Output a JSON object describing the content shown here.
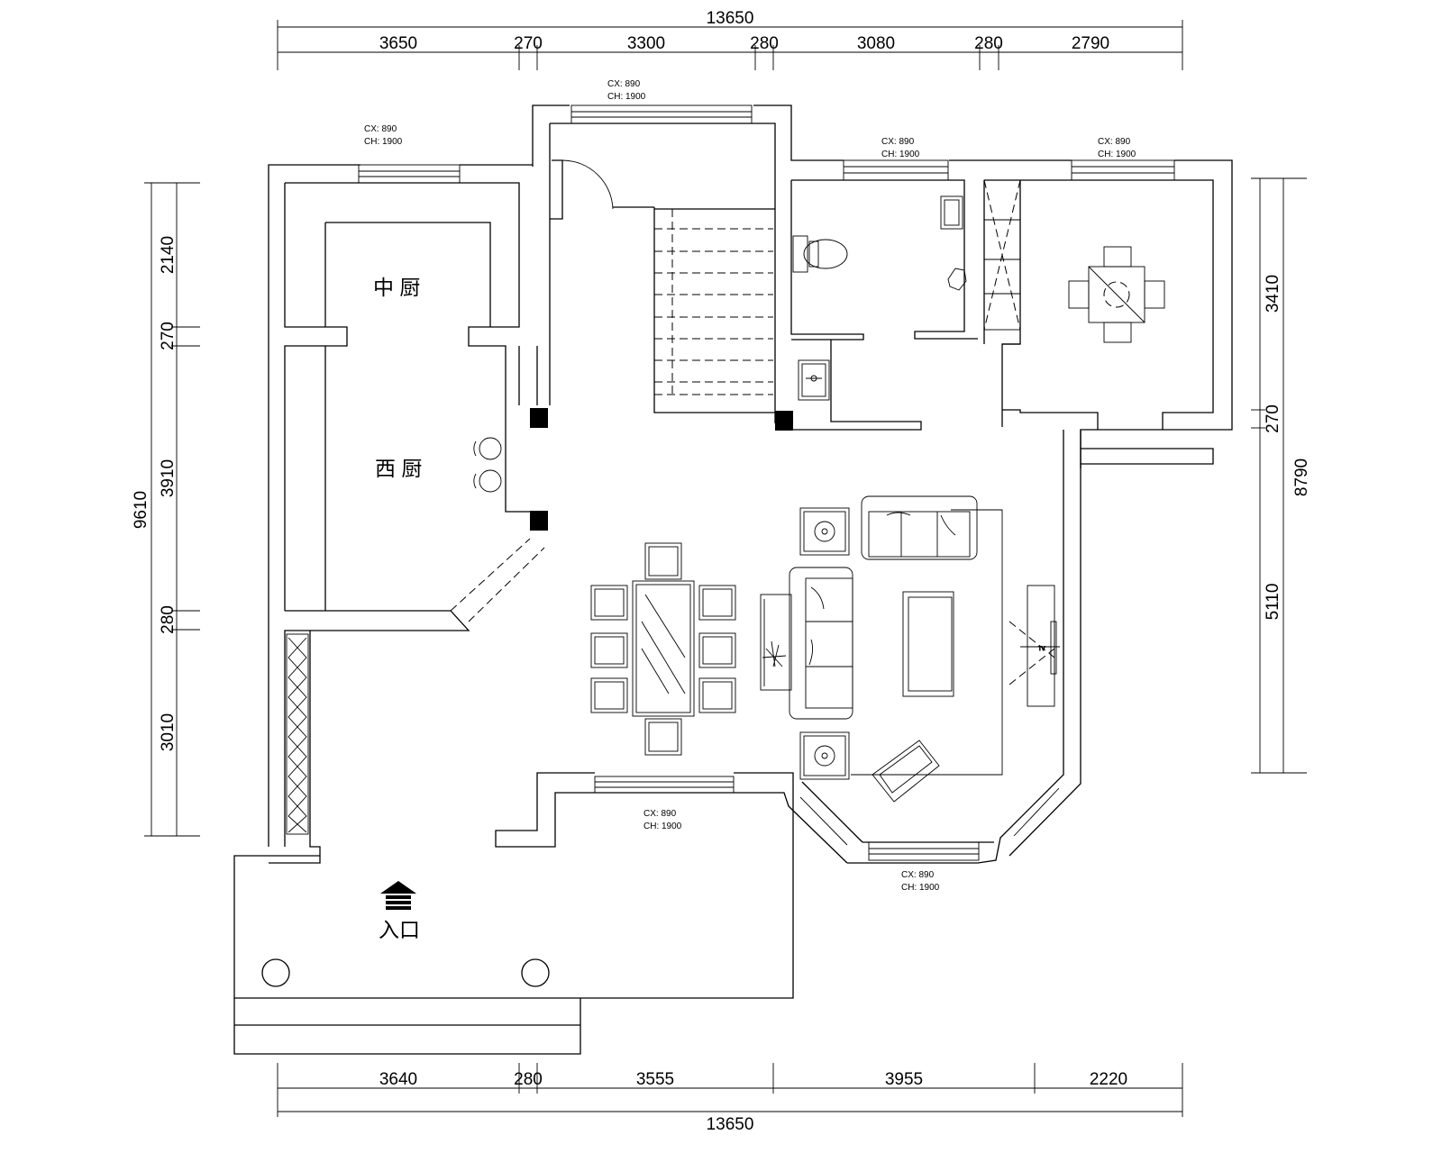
{
  "dimensions": {
    "top_total": "13650",
    "top_segments": [
      "3650",
      "270",
      "3300",
      "280",
      "3080",
      "280",
      "2790"
    ],
    "bottom_total": "13650",
    "bottom_segments": [
      "3640",
      "280",
      "3555",
      "3955",
      "2220"
    ],
    "left_total": "9610",
    "left_segments": [
      "2140",
      "270",
      "3910",
      "280",
      "3010"
    ],
    "right_total": "8790",
    "right_segments": [
      "3410",
      "270",
      "5110"
    ]
  },
  "rooms": {
    "middle_kitchen": "中 厨",
    "western_kitchen": "西 厨",
    "entrance": "入口"
  },
  "windows": [
    {
      "cx": "CX: 890",
      "ch": "CH: 1900"
    },
    {
      "cx": "CX: 890",
      "ch": "CH: 1900"
    },
    {
      "cx": "CX: 890",
      "ch": "CH: 1900"
    },
    {
      "cx": "CX: 890",
      "ch": "CH: 1900"
    },
    {
      "cx": "CX: 890",
      "ch": "CH: 1900"
    },
    {
      "cx": "CX: 890",
      "ch": "CH: 1900"
    }
  ],
  "tv_label": "TV"
}
